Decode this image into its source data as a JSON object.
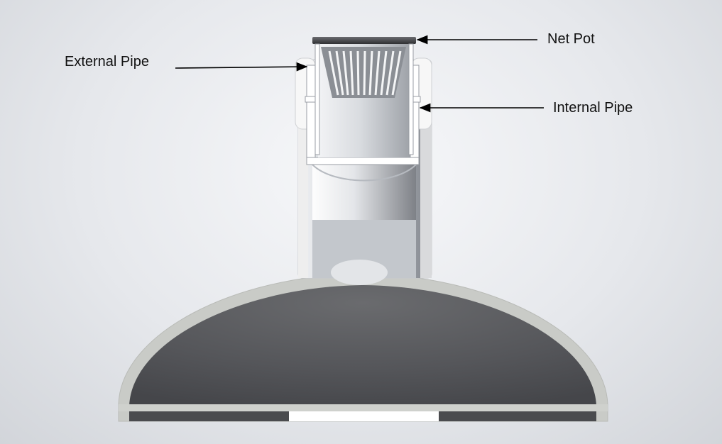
{
  "labels": {
    "external_pipe": "External Pipe",
    "net_pot": "Net Pot",
    "internal_pipe": "Internal Pipe"
  },
  "colors": {
    "background_light": "#f7f8fa",
    "background_dark": "#d2d5da",
    "pipe_wall": "#f2f2f2",
    "pipe_interior": "#cfd3d8",
    "dome_shell": "#c7c9c5",
    "dome_interior": "#56575a",
    "net_pot_rim": "#4a4b4e",
    "arrow": "#000000"
  }
}
